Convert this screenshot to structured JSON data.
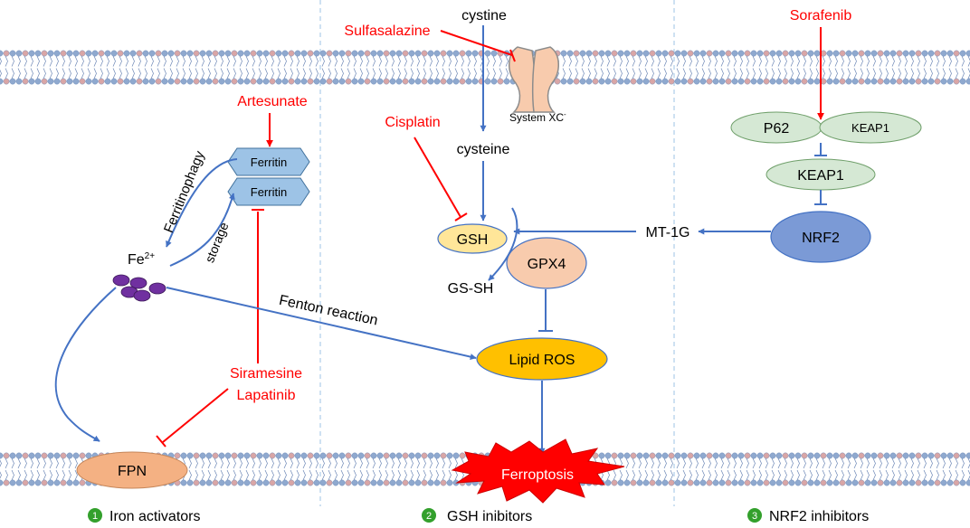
{
  "colors": {
    "drug_red": "#ff0000",
    "pathway_blue": "#4472c4",
    "membrane_head": "#8fa9cf",
    "membrane_head_edge": "#6b86b5",
    "membrane_head_alt": "#d9a6a6",
    "ferritin_fill": "#9dc3e6",
    "ferritin_edge": "#41719c",
    "iron_purple": "#7030a0",
    "gsh_fill": "#ffe699",
    "gpx4_fill": "#f8cbad",
    "lipid_ros_fill": "#ffc000",
    "green_node_fill": "#d5e8d4",
    "green_node_edge": "#6f9f6a",
    "nrf2_fill": "#7b9ad6",
    "fpn_fill": "#f4b183",
    "transporter_fill": "#f8cbad",
    "transporter_edge": "#8c8c8c",
    "ferroptosis_fill": "#ff0000",
    "section_badge": "#33a02c",
    "divider": "#9dc3e6"
  },
  "icons": {
    "section_badge": "numbered-circle-icon",
    "iron_ion": "iron-ion-cluster-icon",
    "transporter": "system-xc-transporter-icon",
    "ferroptosis": "explosion-burst-icon"
  },
  "labels": {
    "cystine": "cystine",
    "cysteine": "cysteine",
    "system_xc": "System XC",
    "system_xc_sup": "-",
    "ferritin_top": "Ferritin",
    "ferritin_bottom": "Ferritin",
    "ferritinophagy": "Ferritinophagy",
    "storage": "storage",
    "fe_base": "Fe",
    "fe_sup": "2+",
    "fenton": "Fenton reaction",
    "gsh": "GSH",
    "gpx4": "GPX4",
    "gssh": "GS-SH",
    "lipid_ros": "Lipid ROS",
    "ferroptosis": "Ferroptosis",
    "fpn": "FPN",
    "mt1g": "MT-1G",
    "p62": "P62",
    "keap1_small": "KEAP1",
    "keap1": "KEAP1",
    "nrf2": "NRF2"
  },
  "drugs": {
    "sulfasalazine": "Sulfasalazine",
    "sorafenib": "Sorafenib",
    "artesunate": "Artesunate",
    "cisplatin": "Cisplatin",
    "siramesine": "Siramesine",
    "lapatinib": "Lapatinib"
  },
  "sections": [
    {
      "number": "1",
      "label": "Iron activators"
    },
    {
      "number": "2",
      "label": "GSH inibitors"
    },
    {
      "number": "3",
      "label": "NRF2 inhibitors"
    }
  ]
}
